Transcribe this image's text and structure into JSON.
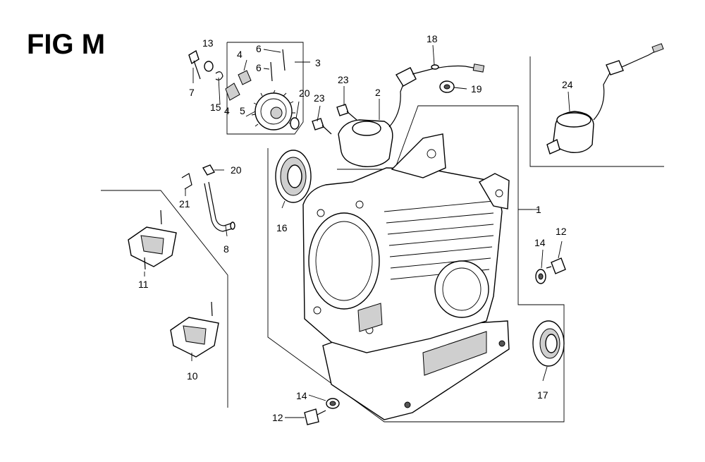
{
  "figure": {
    "title": "FIG M"
  },
  "callouts": {
    "c1": "1",
    "c2": "2",
    "c3": "3",
    "c4a": "4",
    "c4b": "4",
    "c5": "5",
    "c6a": "6",
    "c6b": "6",
    "c7": "7",
    "c8": "8",
    "c10": "10",
    "c11": "11",
    "c12a": "12",
    "c12b": "12",
    "c13": "13",
    "c14a": "14",
    "c14b": "14",
    "c15": "15",
    "c16": "16",
    "c17": "17",
    "c18": "18",
    "c19": "19",
    "c20a": "20",
    "c20b": "20",
    "c21": "21",
    "c23a": "23",
    "c23b": "23",
    "c24": "24"
  }
}
